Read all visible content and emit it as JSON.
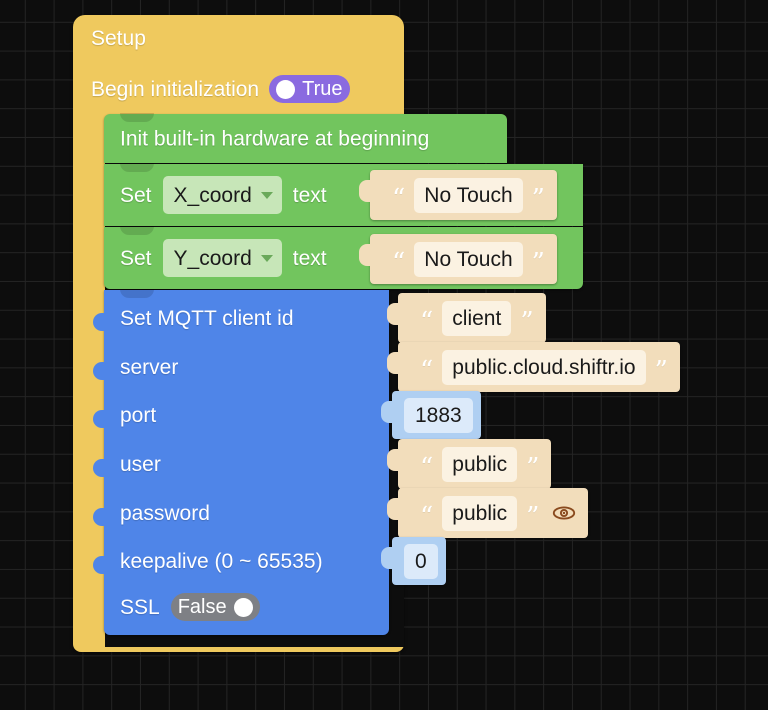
{
  "workspace": {
    "background_color": "#0d0d0d",
    "grid_color": "#242424"
  },
  "setup_block": {
    "color": "#EFC95E",
    "title": "Setup",
    "init_label": "Begin initialization",
    "init_toggle": {
      "value": "True",
      "state": "on",
      "color": "#8A6AE0"
    }
  },
  "green_blocks": {
    "color": "#72C55E",
    "init_hardware_label": "Init built-in hardware at beginning",
    "set_x": {
      "set_label": "Set",
      "variable": "X_coord",
      "text_label": "text",
      "value": "No Touch"
    },
    "set_y": {
      "set_label": "Set",
      "variable": "Y_coord",
      "text_label": "text",
      "value": "No Touch"
    }
  },
  "mqtt_block": {
    "color": "#4F85E8",
    "rows": [
      {
        "label": "Set MQTT client id",
        "value": "client",
        "type": "string"
      },
      {
        "label": "server",
        "value": "public.cloud.shiftr.io",
        "type": "string"
      },
      {
        "label": "port",
        "value": "1883",
        "type": "number"
      },
      {
        "label": "user",
        "value": "public",
        "type": "string"
      },
      {
        "label": "password",
        "value": "public",
        "type": "string",
        "icon": "eye-icon"
      },
      {
        "label": "keepalive (0 ~ 65535)",
        "value": "0",
        "type": "number"
      }
    ],
    "ssl": {
      "label": "SSL",
      "toggle": {
        "value": "False",
        "state": "off",
        "color": "#7E8085"
      }
    }
  },
  "string_block_color": "#F2DDBB",
  "number_block_color": "#AFCFF2",
  "quote_open": "“",
  "quote_close": "”"
}
